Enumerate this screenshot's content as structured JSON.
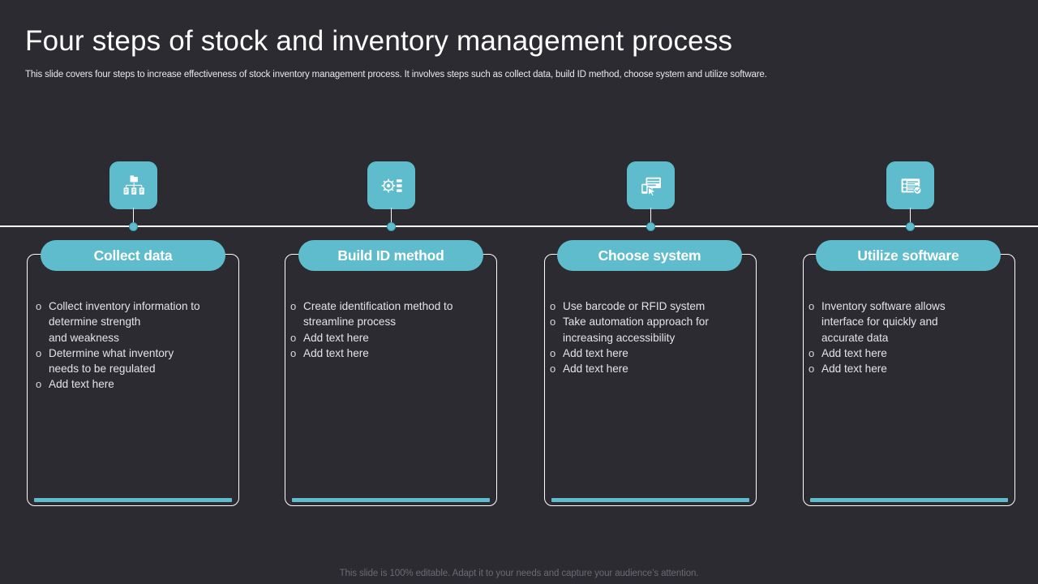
{
  "slide": {
    "title": "Four steps of stock and inventory management process",
    "subtitle": "This slide covers four steps to increase effectiveness of stock inventory  management process. It involves steps such as collect data, build ID method, choose system and utilize software.",
    "footer": "This slide is 100% editable. Adapt it to your needs and capture your audience’s attention.",
    "background_color": "#2b2b31",
    "accent_color": "#5fbccc",
    "text_color": "#e4e4e8",
    "line_color": "#ffffff"
  },
  "steps": [
    {
      "label": "Collect data",
      "icon": "data-hierarchy-icon",
      "bullet_mark": "o",
      "bullets": [
        "Collect inventory  information to\ndetermine strength\nand weakness",
        "Determine what inventory\nneeds to be regulated",
        "Add text here"
      ]
    },
    {
      "label": "Build ID method",
      "icon": "gear-settings-icon",
      "bullet_mark": "o",
      "bullets": [
        "Create identification method to\nstreamline process",
        "Add text here",
        "Add text here"
      ]
    },
    {
      "label": "Choose system",
      "icon": "monitor-cursor-icon",
      "bullet_mark": "o",
      "bullets": [
        "Use barcode or RFID  system",
        "Take automation  approach for\nincreasing accessibility",
        "Add text here",
        "Add text here"
      ]
    },
    {
      "label": "Utilize software",
      "icon": "checklist-badge-icon",
      "bullet_mark": "o",
      "bullets": [
        "Inventory  software allows\ninterface for quickly and\naccurate data",
        "Add text here",
        "Add text here"
      ]
    }
  ]
}
